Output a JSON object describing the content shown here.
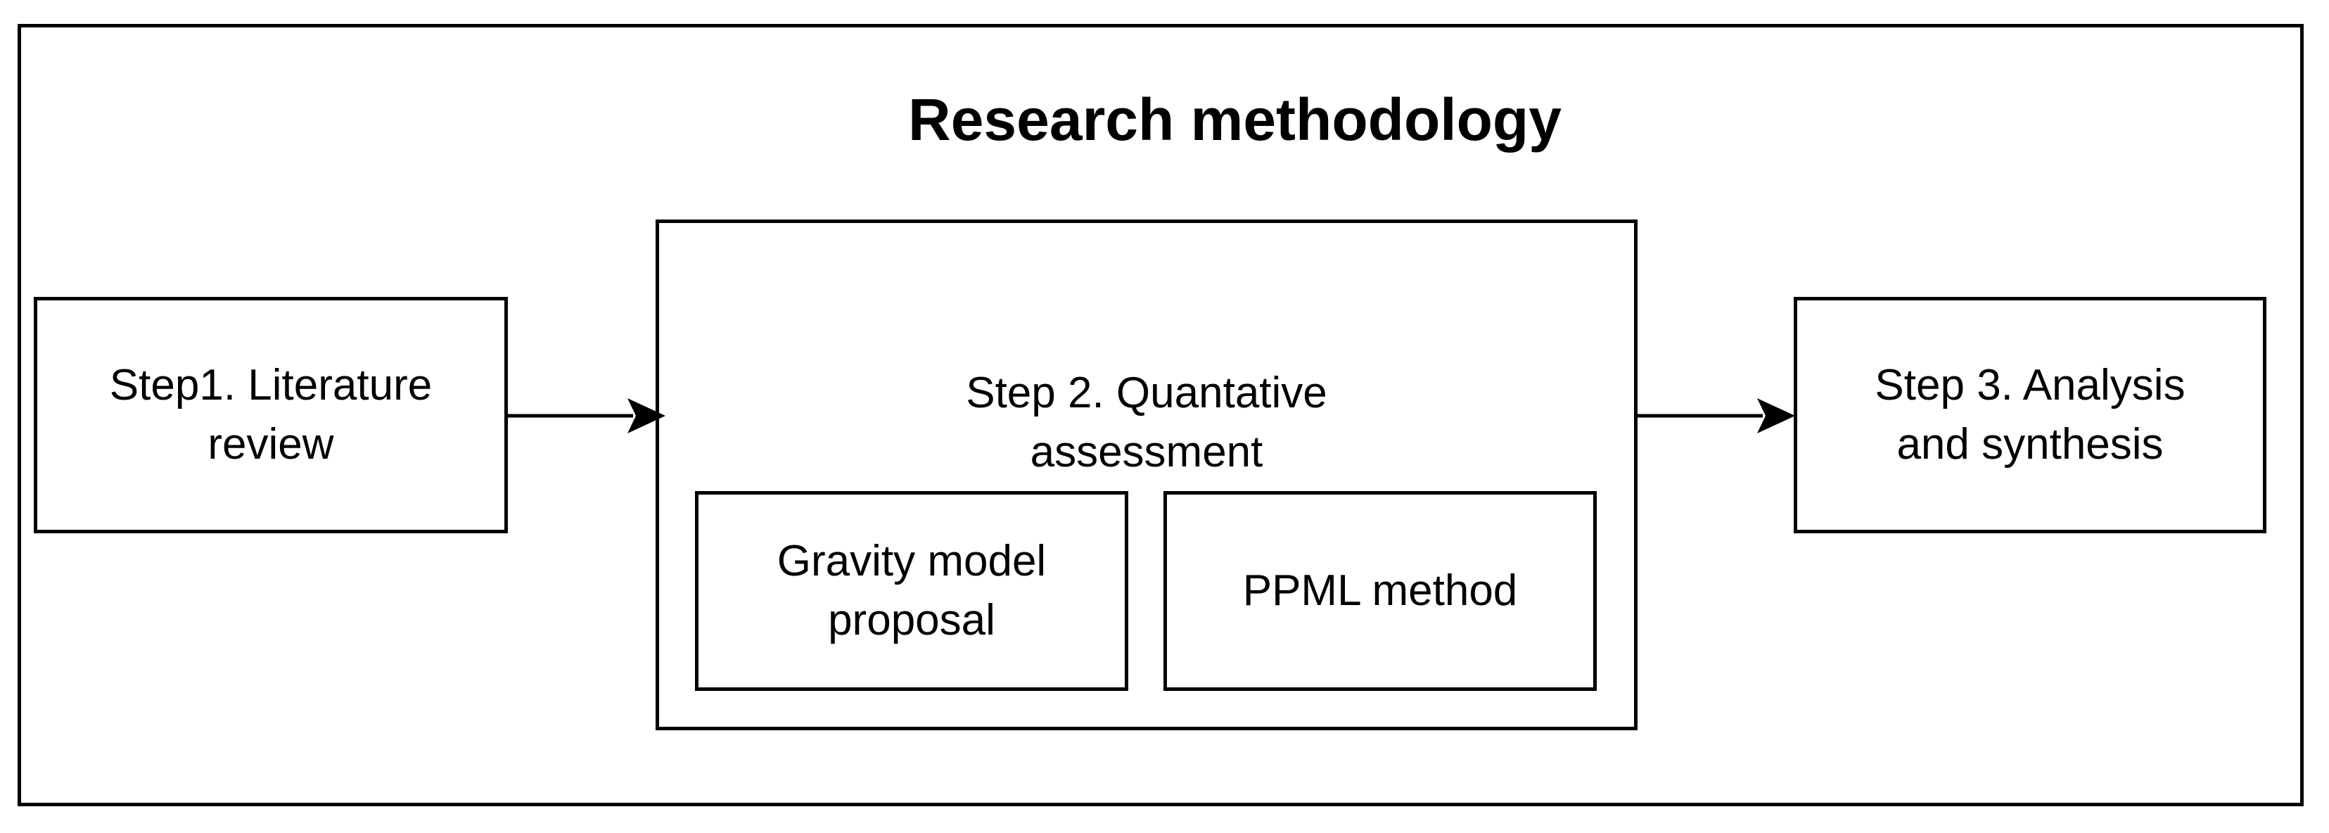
{
  "diagram": {
    "title": "Research methodology",
    "steps": {
      "step1": {
        "label": "Step1. Literature\nreview"
      },
      "step2": {
        "label": "Step 2. Quantative\nassessment",
        "substeps": [
          {
            "label": "Gravity model\nproposal"
          },
          {
            "label": "PPML method"
          }
        ]
      },
      "step3": {
        "label": "Step 3. Analysis\nand synthesis"
      }
    },
    "colors": {
      "stroke": "#000000",
      "background": "#ffffff"
    }
  }
}
